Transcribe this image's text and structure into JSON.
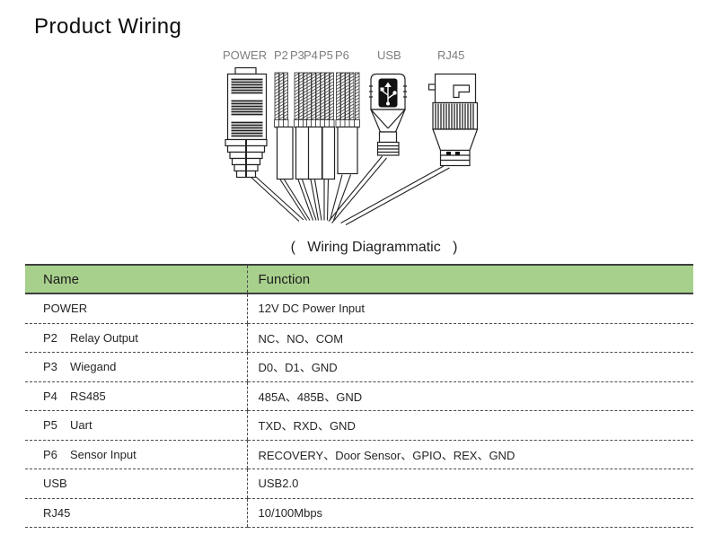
{
  "page": {
    "title": "Product Wiring"
  },
  "diagram": {
    "labels": {
      "power": "POWER",
      "p2": "P2",
      "p3": "P3",
      "p4": "P4",
      "p5": "P5",
      "p6": "P6",
      "usb": "USB",
      "rj45": "RJ45"
    },
    "caption": "(   Wiring Diagrammatic   )"
  },
  "table": {
    "header_bg": "#A8D08D",
    "headers": {
      "name": "Name",
      "function": "Function"
    },
    "rows": [
      {
        "code": "POWER",
        "label": "",
        "function": "12V DC Power Input"
      },
      {
        "code": "P2",
        "label": "Relay Output",
        "function": "NC、NO、COM"
      },
      {
        "code": "P3",
        "label": "Wiegand",
        "function": "D0、D1、GND"
      },
      {
        "code": "P4",
        "label": "RS485",
        "function": "485A、485B、GND"
      },
      {
        "code": "P5",
        "label": "Uart",
        "function": "TXD、RXD、GND"
      },
      {
        "code": "P6",
        "label": "Sensor Input",
        "function": "RECOVERY、Door Sensor、GPIO、REX、GND"
      },
      {
        "code": "USB",
        "label": "",
        "function": "USB2.0"
      },
      {
        "code": "RJ45",
        "label": "",
        "function": "10/100Mbps"
      }
    ]
  }
}
